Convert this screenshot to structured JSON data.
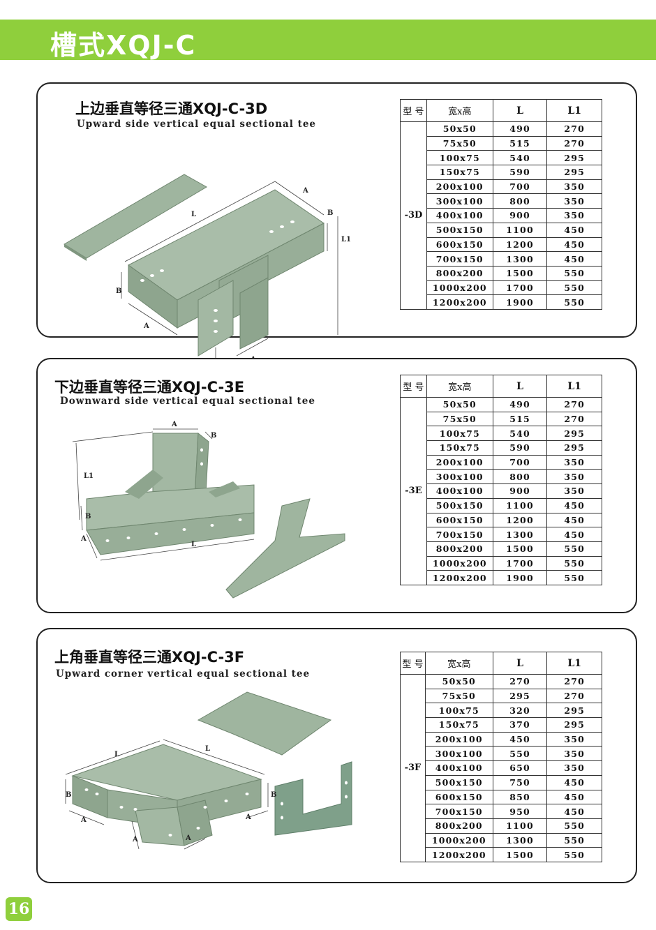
{
  "header": {
    "title": "槽式XQJ-C"
  },
  "sections": [
    {
      "title": "上边垂直等径三通XQJ-C-3D",
      "subtitle": "Upward side vertical equal sectional tee",
      "dims": {
        "A": "A",
        "B": "B",
        "L": "L",
        "L1": "L1"
      },
      "table": {
        "headers": [
          "型 号",
          "宽x高",
          "L",
          "L1"
        ],
        "model": "-3D",
        "rows": [
          [
            "50x50",
            "490",
            "270"
          ],
          [
            "75x50",
            "515",
            "270"
          ],
          [
            "100x75",
            "540",
            "295"
          ],
          [
            "150x75",
            "590",
            "295"
          ],
          [
            "200x100",
            "700",
            "350"
          ],
          [
            "300x100",
            "800",
            "350"
          ],
          [
            "400x100",
            "900",
            "350"
          ],
          [
            "500x150",
            "1100",
            "450"
          ],
          [
            "600x150",
            "1200",
            "450"
          ],
          [
            "700x150",
            "1300",
            "450"
          ],
          [
            "800x200",
            "1500",
            "550"
          ],
          [
            "1000x200",
            "1700",
            "550"
          ],
          [
            "1200x200",
            "1900",
            "550"
          ]
        ]
      }
    },
    {
      "title": "下边垂直等径三通XQJ-C-3E",
      "subtitle": "Downward side vertical equal sectional tee",
      "dims": {
        "A": "A",
        "B": "B",
        "L": "L",
        "L1": "L1"
      },
      "table": {
        "headers": [
          "型 号",
          "宽x高",
          "L",
          "L1"
        ],
        "model": "-3E",
        "rows": [
          [
            "50x50",
            "490",
            "270"
          ],
          [
            "75x50",
            "515",
            "270"
          ],
          [
            "100x75",
            "540",
            "295"
          ],
          [
            "150x75",
            "590",
            "295"
          ],
          [
            "200x100",
            "700",
            "350"
          ],
          [
            "300x100",
            "800",
            "350"
          ],
          [
            "400x100",
            "900",
            "350"
          ],
          [
            "500x150",
            "1100",
            "450"
          ],
          [
            "600x150",
            "1200",
            "450"
          ],
          [
            "700x150",
            "1300",
            "450"
          ],
          [
            "800x200",
            "1500",
            "550"
          ],
          [
            "1000x200",
            "1700",
            "550"
          ],
          [
            "1200x200",
            "1900",
            "550"
          ]
        ]
      }
    },
    {
      "title": "上角垂直等径三通XQJ-C-3F",
      "subtitle": "Upward corner vertical equal sectional tee",
      "dims": {
        "A": "A",
        "B": "B",
        "L": "L"
      },
      "table": {
        "headers": [
          "型 号",
          "宽x高",
          "L",
          "L1"
        ],
        "model": "-3F",
        "rows": [
          [
            "50x50",
            "270",
            "270"
          ],
          [
            "75x50",
            "295",
            "270"
          ],
          [
            "100x75",
            "320",
            "295"
          ],
          [
            "150x75",
            "370",
            "295"
          ],
          [
            "200x100",
            "450",
            "350"
          ],
          [
            "300x100",
            "550",
            "350"
          ],
          [
            "400x100",
            "650",
            "350"
          ],
          [
            "500x150",
            "750",
            "450"
          ],
          [
            "600x150",
            "850",
            "450"
          ],
          [
            "700x150",
            "950",
            "450"
          ],
          [
            "800x200",
            "1100",
            "550"
          ],
          [
            "1000x200",
            "1300",
            "550"
          ],
          [
            "1200x200",
            "1500",
            "550"
          ]
        ]
      }
    }
  ],
  "page_number": "16",
  "colors": {
    "accent": "#8fcf3c",
    "metal": "#9fb59f",
    "metal_dark": "#7f967f"
  }
}
